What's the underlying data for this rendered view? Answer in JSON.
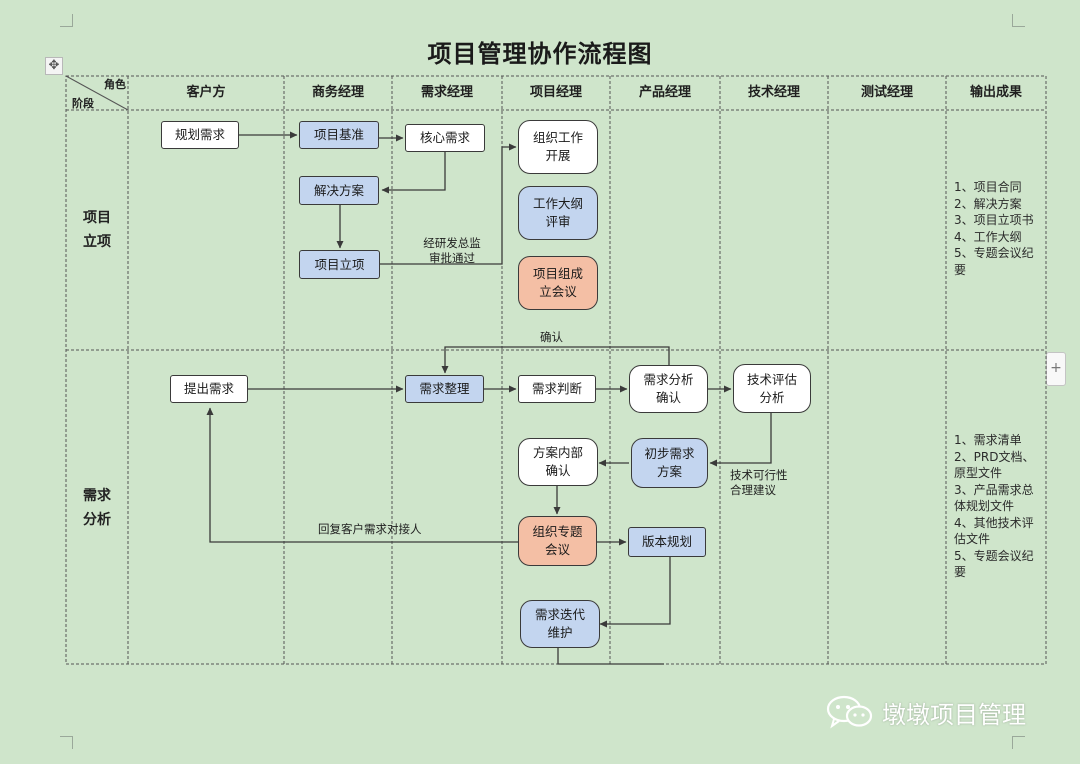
{
  "title": "项目管理协作流程图",
  "header": {
    "corner_role": "角色",
    "corner_stage": "阶段",
    "roles": [
      "客户方",
      "商务经理",
      "需求经理",
      "项目经理",
      "产品经理",
      "技术经理",
      "测试经理",
      "输出成果"
    ]
  },
  "stages": {
    "initiation": "项目\n立项",
    "analysis": "需求\n分析"
  },
  "nodes": {
    "plan_demand": "规划需求",
    "project_baseline": "项目基准",
    "core_demand": "核心需求",
    "org_work": "组织工作\n开展",
    "solution": "解决方案",
    "outline_review": "工作大纲\n评审",
    "project_setup": "项目立项",
    "kickoff_meeting": "项目组成\n立会议",
    "raise_demand": "提出需求",
    "demand_sort": "需求整理",
    "demand_judge": "需求判断",
    "demand_confirm": "需求分析\n确认",
    "tech_eval": "技术评估\n分析",
    "internal_confirm": "方案内部\n确认",
    "initial_plan": "初步需求\n方案",
    "special_meeting": "组织专题\n会议",
    "version_plan": "版本规划",
    "demand_iterate": "需求迭代\n维护"
  },
  "labels": {
    "approval": "经研发总监\n审批通过",
    "confirm": "确认",
    "feasibility": "技术可行性\n合理建议",
    "reply_customer": "回复客户需求对接人"
  },
  "outputs": {
    "initiation": "1、项目合同\n2、解决方案\n3、项目立项书\n4、工作大纲\n5、专题会议纪\n要",
    "analysis": "1、需求清单\n2、PRD文档、\n原型文件\n3、产品需求总\n体规划文件\n4、其他技术评\n估文件\n5、专题会议纪\n要"
  },
  "watermark": "墩墩项目管理",
  "handles": {
    "move": "✥",
    "add": "+"
  },
  "colors": {
    "background": "#cfe5cb",
    "blue_node": "#c3d5ef",
    "orange_node": "#f4bfa5",
    "line": "#3a3a3a"
  }
}
